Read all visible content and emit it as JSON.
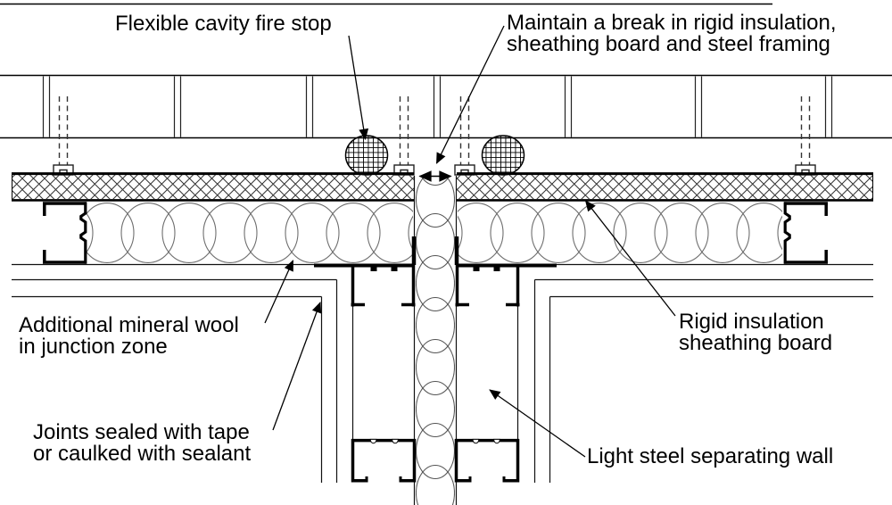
{
  "colors": {
    "line": "#000000",
    "background": "#ffffff",
    "hatch_gray": "#555555",
    "wool_gray": "#6e6e6e"
  },
  "labels": {
    "fire_stop": "Flexible cavity fire stop",
    "maintain_break_line1": "Maintain a break in rigid insulation,",
    "maintain_break_line2": "sheathing board and steel framing",
    "mineral_wool_line1": "Additional mineral wool",
    "mineral_wool_line2": "in junction zone",
    "joints_line1": "Joints sealed with tape",
    "joints_line2": "or caulked with sealant",
    "rigid_line1": "Rigid insulation",
    "rigid_line2": "sheathing board",
    "separating_wall": "Light steel separating wall"
  }
}
